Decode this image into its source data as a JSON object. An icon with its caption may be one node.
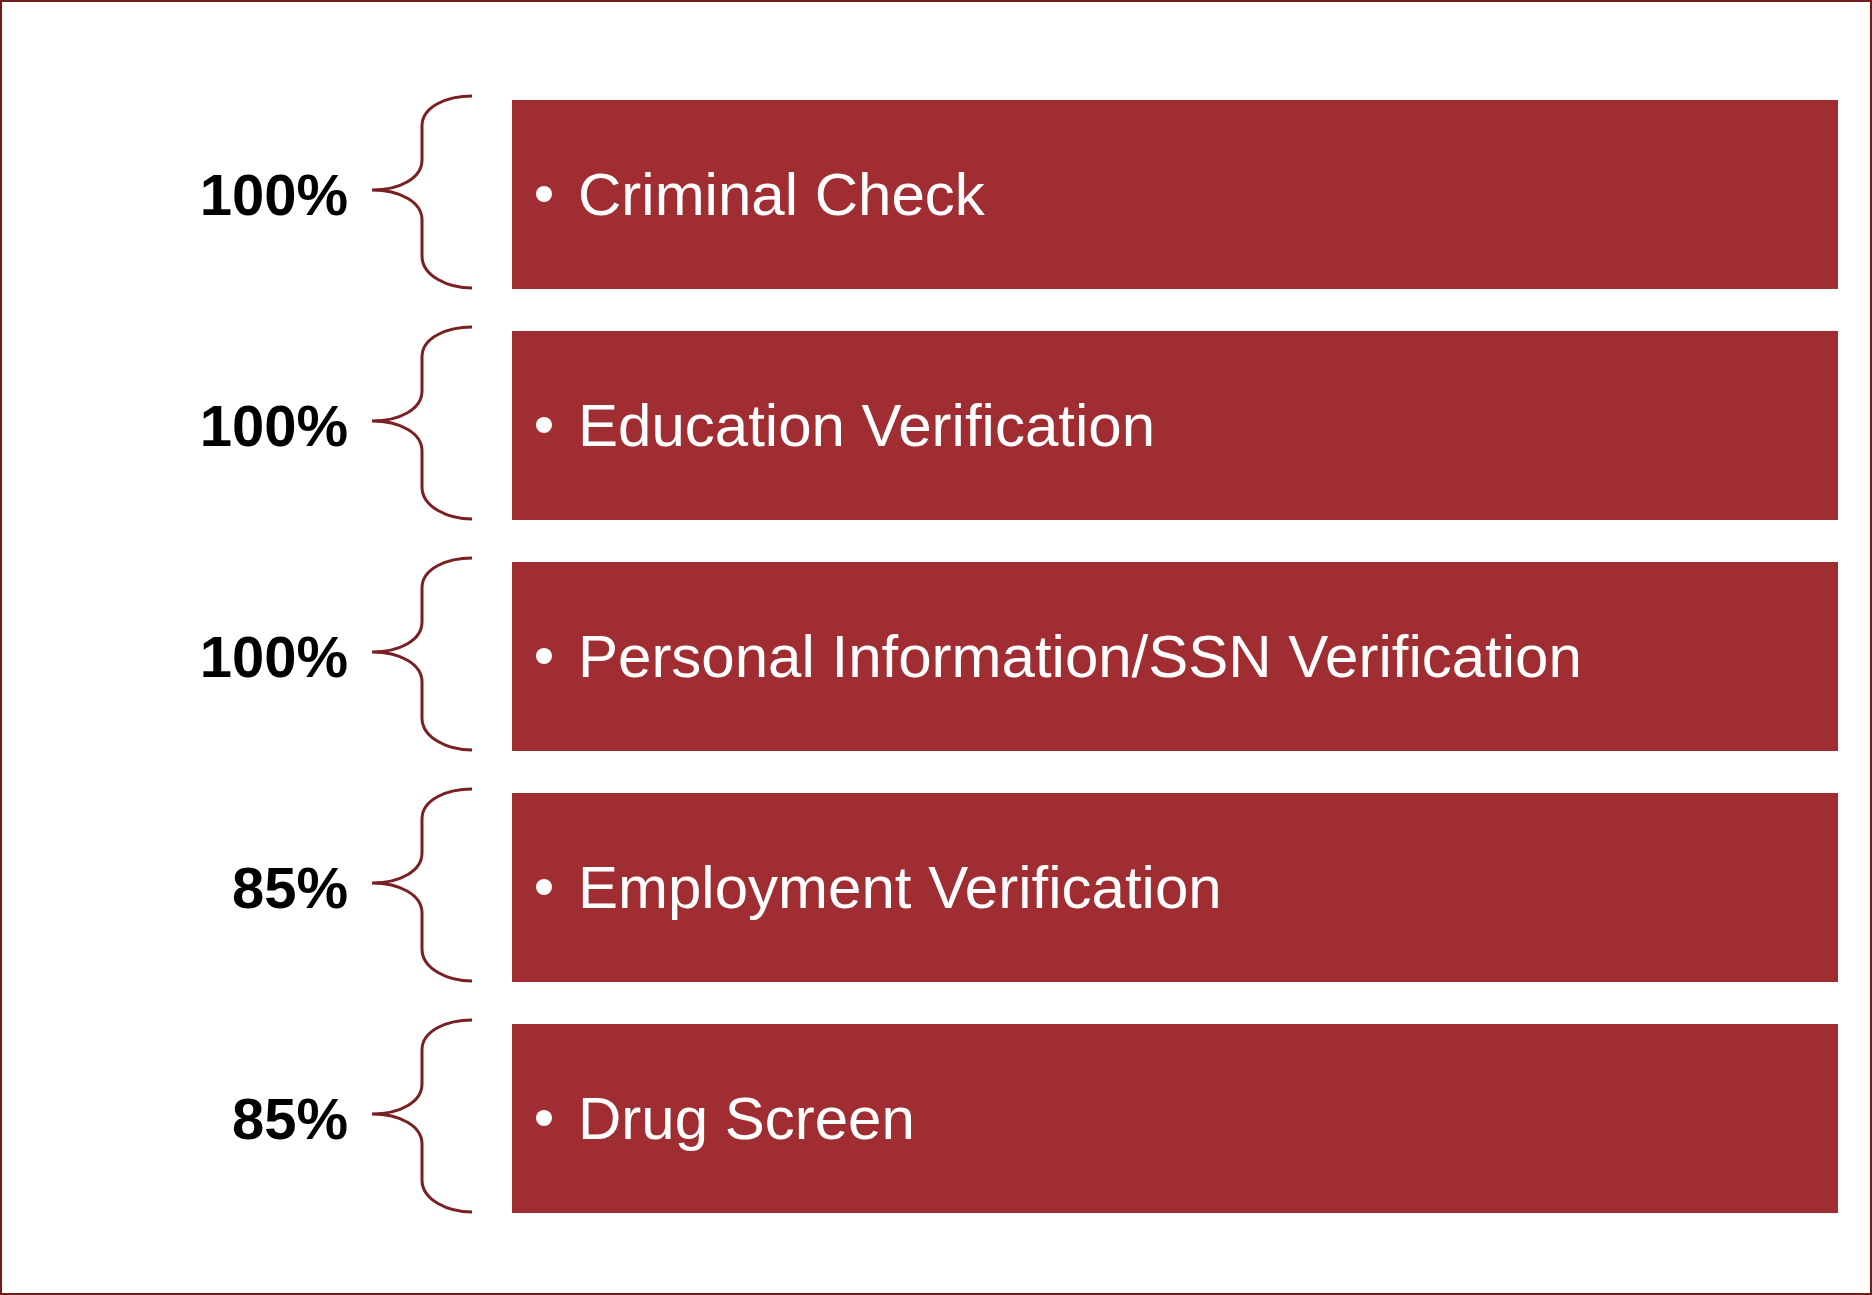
{
  "diagram": {
    "nodes": [
      {
        "text": [
          "Criminal Check"
        ],
        "beside": [
          "100%"
        ]
      },
      {
        "text": [
          "Education Verification"
        ],
        "beside": [
          "100%"
        ]
      },
      {
        "text": [
          "Personal Information/SSN Verification"
        ],
        "beside": [
          "100%"
        ]
      },
      {
        "text": [
          "Employment Verification"
        ],
        "beside": [
          "85%"
        ]
      },
      {
        "text": [
          "Drug Screen"
        ],
        "beside": [
          "85%"
        ]
      }
    ]
  }
}
